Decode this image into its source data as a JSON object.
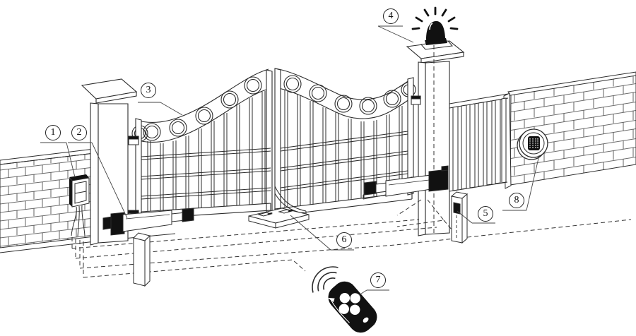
{
  "figure": {
    "type": "installation-diagram",
    "callouts": [
      {
        "label": "1",
        "marks": "control-box"
      },
      {
        "label": "2",
        "marks": "gate-opener-left-arm"
      },
      {
        "label": "3",
        "marks": "gate-leaf"
      },
      {
        "label": "4",
        "marks": "flashing-lamp"
      },
      {
        "label": "5",
        "marks": "photocell-post"
      },
      {
        "label": "6",
        "marks": "gate-stopper"
      },
      {
        "label": "7",
        "marks": "remote-control"
      },
      {
        "label": "8",
        "marks": "code-keypad"
      }
    ],
    "colors": {
      "line": "#2b2b2b",
      "ink": "#111111",
      "background": "#ffffff"
    }
  }
}
